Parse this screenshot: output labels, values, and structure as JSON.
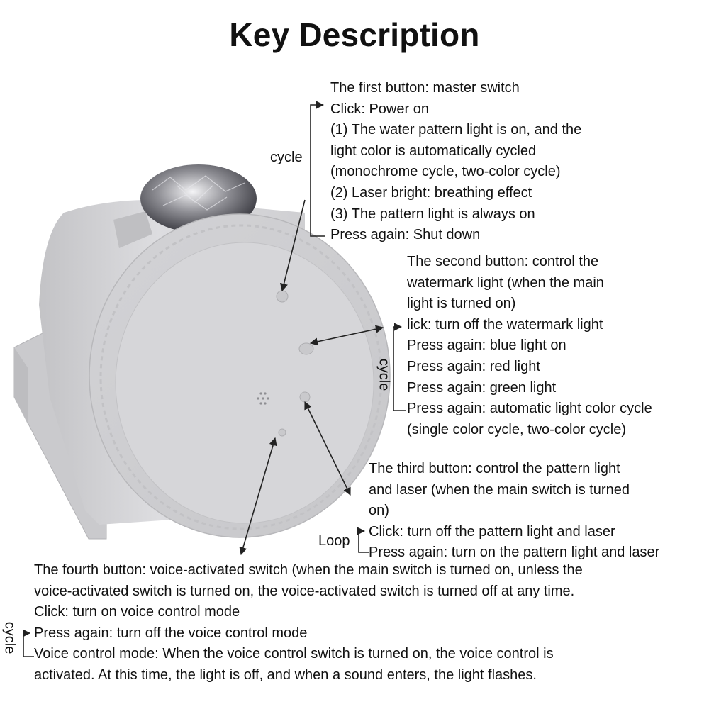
{
  "title": "Key Description",
  "button1": {
    "lines": [
      "The first button: master switch",
      "Click: Power on",
      "(1) The water pattern light is on, and the",
      "light color is automatically cycled",
      "(monochrome cycle, two-color cycle)",
      "(2) Laser bright: breathing effect",
      "(3) The pattern light is always on",
      "Press again: Shut down"
    ],
    "cycle_label": "cycle"
  },
  "button2": {
    "lines": [
      "The second button: control the",
      "watermark light (when the main",
      "light is turned on)",
      "lick: turn off the watermark light",
      "Press again: blue light on",
      "Press again: red light",
      "Press again: green light",
      "Press again: automatic light color cycle",
      "(single color cycle, two-color cycle)"
    ],
    "cycle_label": "cycle"
  },
  "button3": {
    "lines": [
      "The third button: control the pattern light",
      "and laser (when the main switch is turned",
      "on)",
      "Click: turn off the pattern light and laser",
      "Press again: turn on the pattern light and laser"
    ],
    "loop_label": "Loop"
  },
  "button4": {
    "lines": [
      "The fourth button: voice-activated switch (when the main switch is turned on, unless the",
      "voice-activated switch is turned on, the voice-activated switch is turned off at any time.",
      "Click: turn on voice control mode",
      "Press again: turn off the voice control mode",
      "Voice control mode: When the voice control switch is turned on, the voice control is",
      "activated. At this time, the light is off, and when a sound enters, the light flashes."
    ],
    "cycle_label": "cycle"
  },
  "colors": {
    "device_body": "#d8d8da",
    "device_shadow": "#b9b9bc",
    "text": "#111111",
    "line": "#222222"
  }
}
